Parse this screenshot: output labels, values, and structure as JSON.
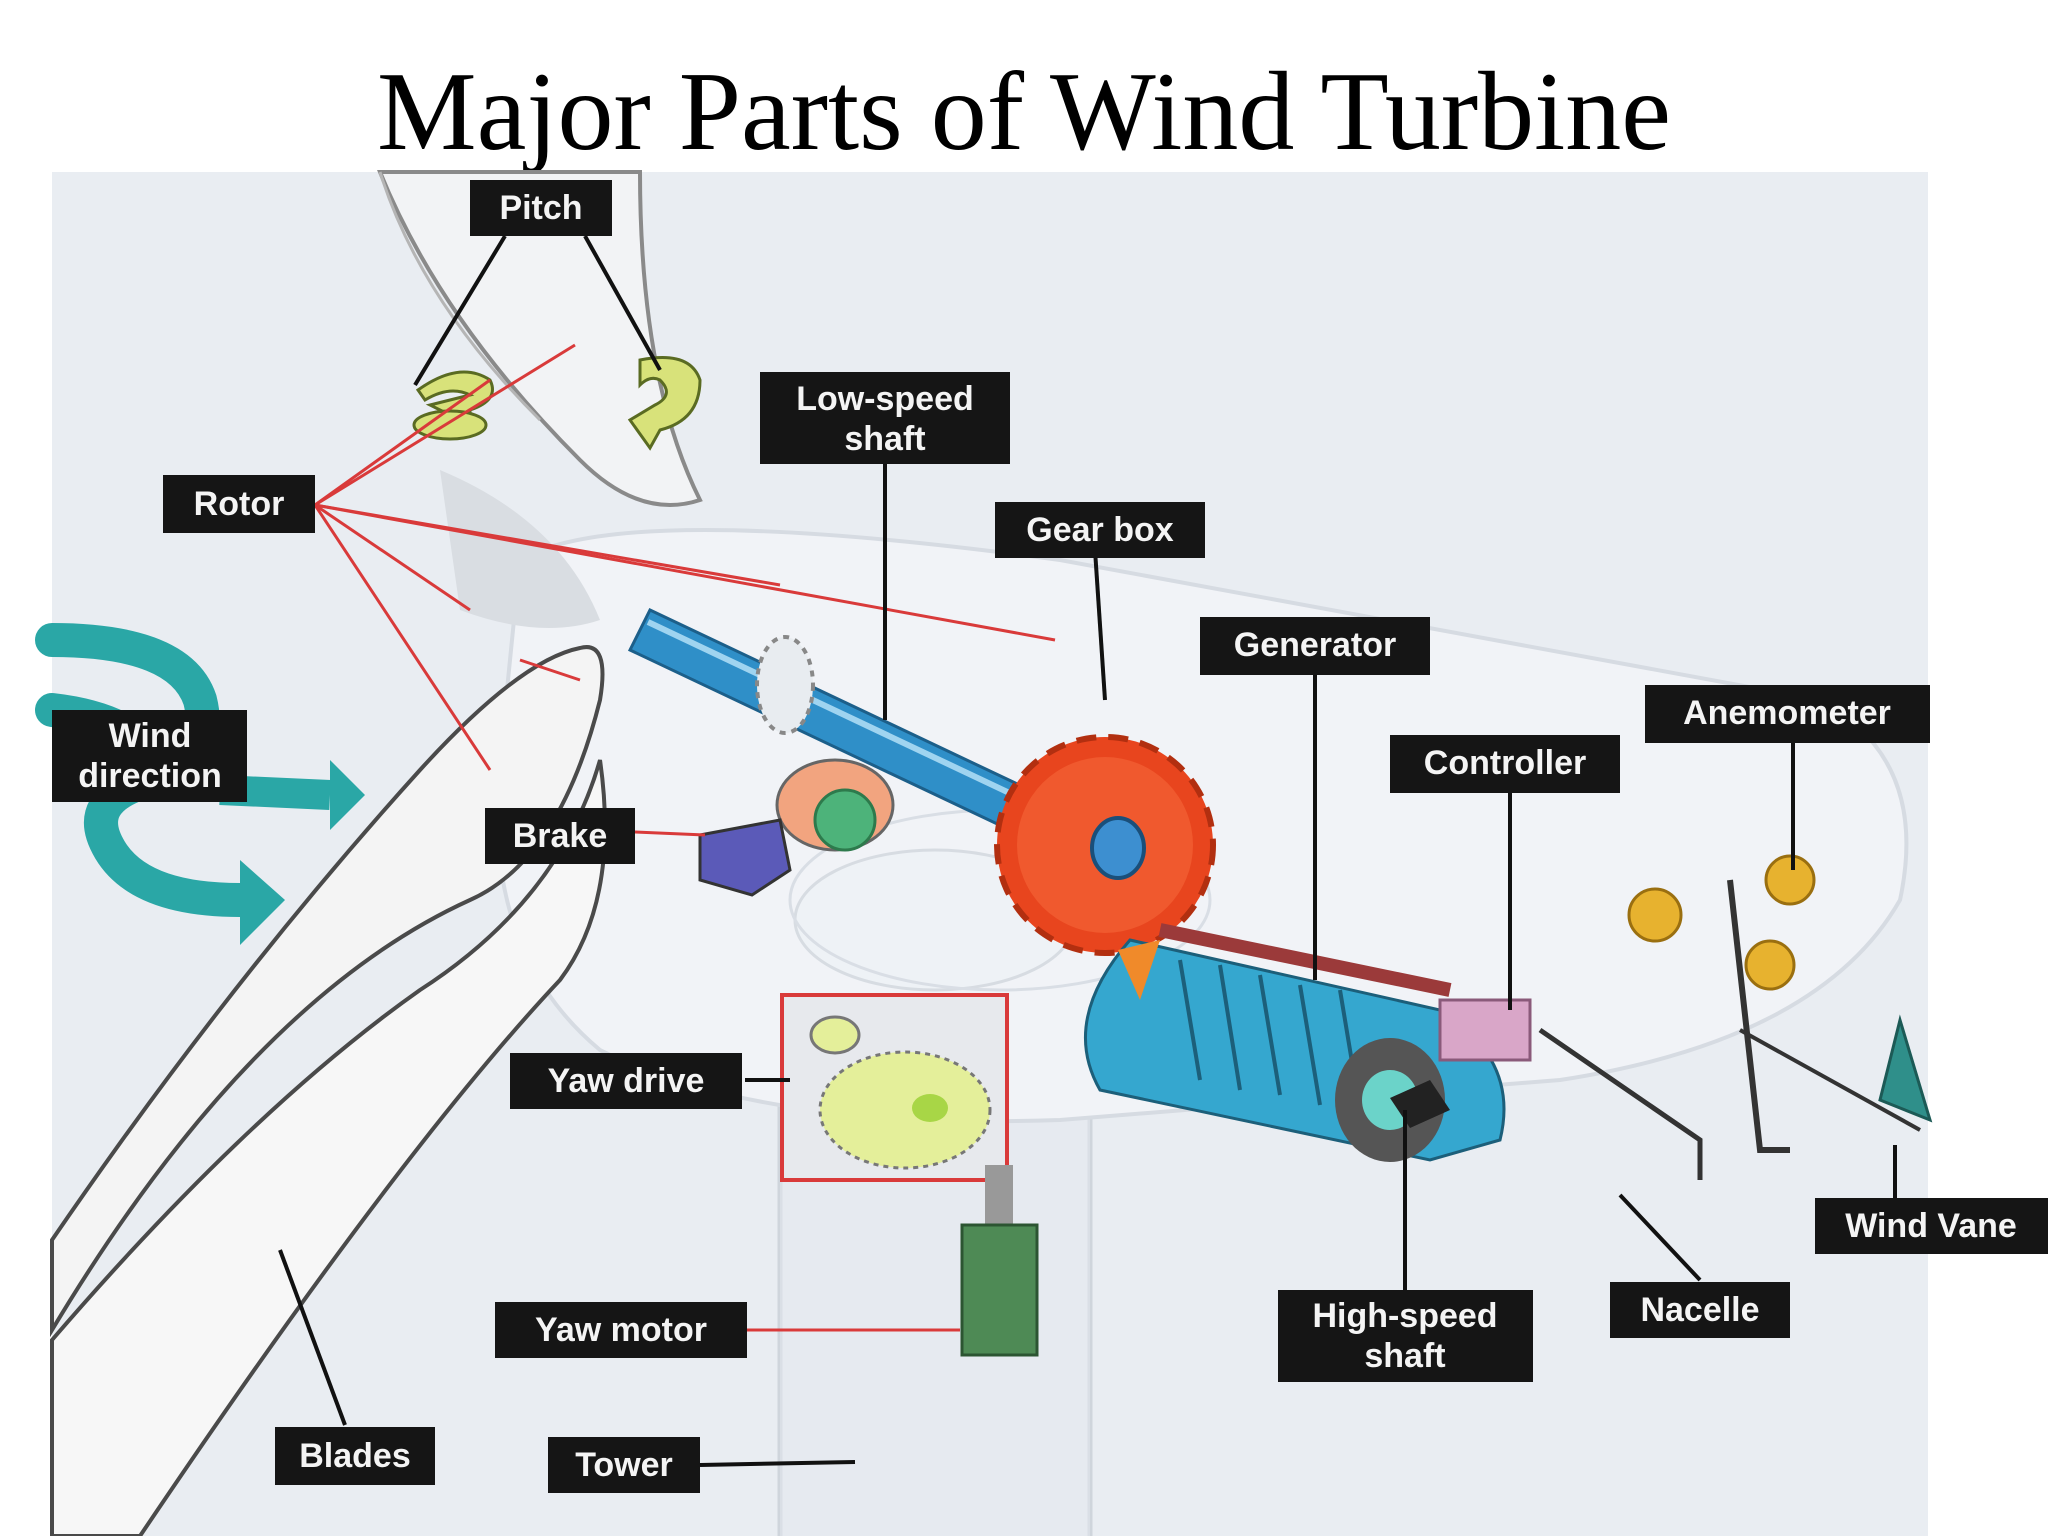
{
  "title": "Major Parts of Wind Turbine",
  "colors": {
    "background": "#e9edf2",
    "label_box": "#151515",
    "label_text": "#f4f4f4",
    "red_callout": "#d93a3a",
    "gear": "#e8451e",
    "shaft": "#2f8fc8",
    "generator": "#35a7cf",
    "wind_arrow": "#2aa7a6",
    "anemometer": "#e7b22f",
    "wind_vane": "#2f8f8a",
    "controller": "#d9a6c8"
  },
  "labels": {
    "pitch": "Pitch",
    "low_speed_shaft_1": "Low-speed",
    "low_speed_shaft_2": "shaft",
    "rotor": "Rotor",
    "gear_box": "Gear box",
    "generator": "Generator",
    "wind_direction_1": "Wind",
    "wind_direction_2": "direction",
    "anemometer": "Anemometer",
    "controller": "Controller",
    "brake": "Brake",
    "yaw_drive": "Yaw drive",
    "wind_vane": "Wind Vane",
    "high_speed_shaft_1": "High-speed",
    "high_speed_shaft_2": "shaft",
    "nacelle": "Nacelle",
    "yaw_motor": "Yaw motor",
    "blades": "Blades",
    "tower": "Tower"
  },
  "icons": [
    "wind-direction-arrow-icon",
    "gear-icon",
    "anemometer-icon",
    "wind-vane-icon",
    "pitch-rotation-arrow-icon"
  ]
}
